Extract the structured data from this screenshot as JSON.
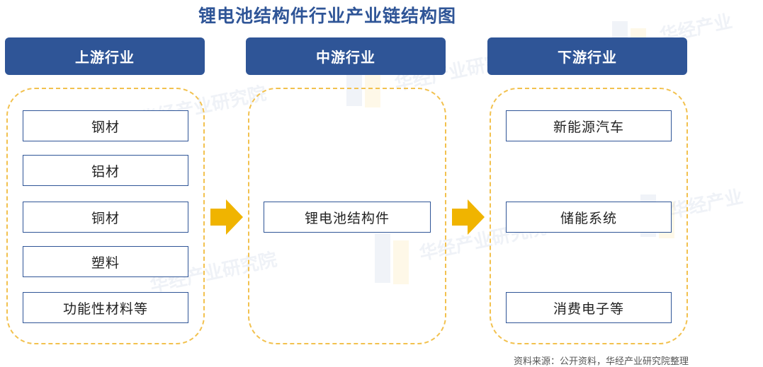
{
  "title": "锂电池结构件行业产业链结构图",
  "columns": [
    {
      "header": "上游行业",
      "items": [
        "钢材",
        "铝材",
        "铜材",
        "塑料",
        "功能性材料等"
      ]
    },
    {
      "header": "中游行业",
      "items": [
        "锂电池结构件"
      ]
    },
    {
      "header": "下游行业",
      "items": [
        "新能源汽车",
        "储能系统",
        "消费电子等"
      ]
    }
  ],
  "watermark_text": "华经产业研究院",
  "watermark_text_short": "华经产业",
  "source_text": "资料来源：公开资料，华经产业研究院整理",
  "colors": {
    "title": "#2f5597",
    "header_bg": "#2f5597",
    "panel_border": "#f2c14e",
    "arrow": "#f0b400",
    "item_border": "#2f5597"
  }
}
